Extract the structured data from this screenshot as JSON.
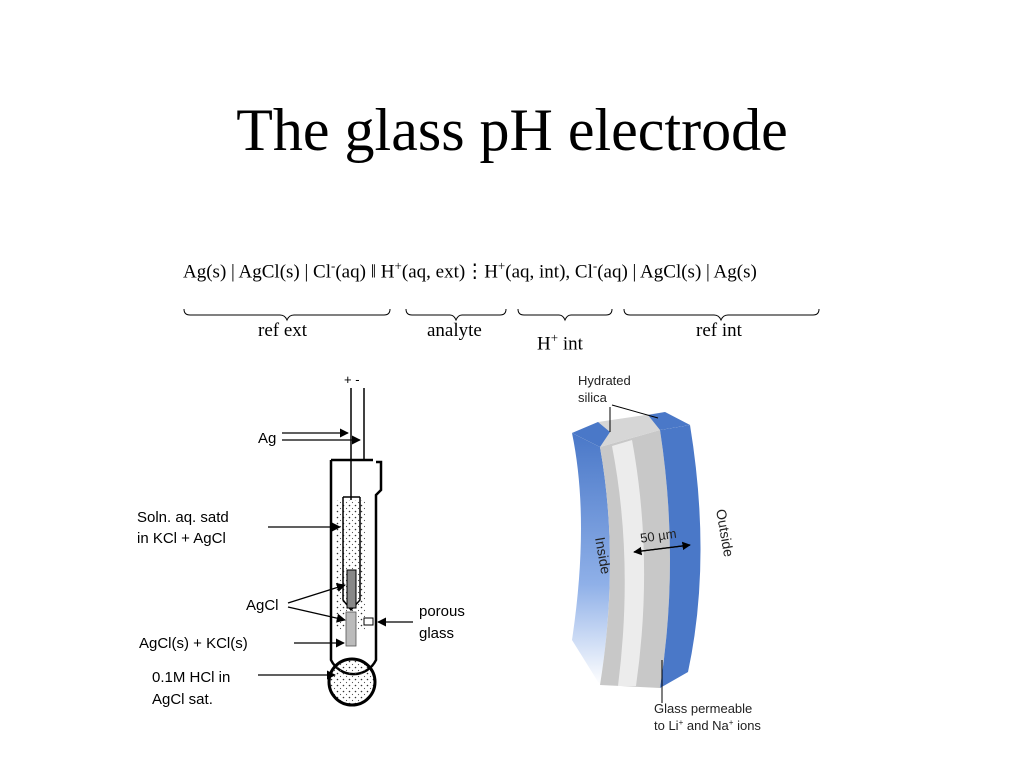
{
  "title": "The glass pH electrode",
  "equation": {
    "ref_ext": "Ag(s) | AgCl(s) | Cl",
    "minus1": "-",
    "aq1": "(aq) ",
    "dbar": "‖",
    "h1": " H",
    "plus1": "+",
    "ext": "(aq, ext)",
    "colon": "⋮",
    "h2": "H",
    "plus2": "+",
    "int": "(aq, int), Cl",
    "minus2": "-",
    "rest": "(aq) | AgCl(s) | Ag(s)"
  },
  "braces": {
    "ref_ext": "ref ext",
    "analyte": "analyte",
    "h_int_h": "H",
    "h_int_plus": "+",
    "h_int_int": " int",
    "ref_int": "ref int"
  },
  "left_diagram": {
    "terminals": "+  -",
    "ag": "Ag",
    "soln_line1": "Soln. aq. satd",
    "soln_line2": "in KCl + AgCl",
    "agcl": "AgCl",
    "porous_line1": "porous",
    "porous_line2": "glass",
    "agcl_kcl": "AgCl(s) + KCl(s)",
    "hcl_line1": "0.1M HCl in",
    "hcl_line2": "AgCl sat."
  },
  "right_diagram": {
    "hydrated_line1": "Hydrated",
    "hydrated_line2": "silica",
    "inside": "Inside",
    "outside": "Outside",
    "thickness": "50 µm",
    "permeable_line1": "Glass permeable",
    "permeable_line2_prefix": "to Li",
    "permeable_line2_mid": " and Na",
    "permeable_line2_suffix": " ions",
    "plus": "+"
  },
  "colors": {
    "blue": "#4a78c8",
    "gray": "#c8c8c8",
    "white": "#f2f2f2"
  }
}
